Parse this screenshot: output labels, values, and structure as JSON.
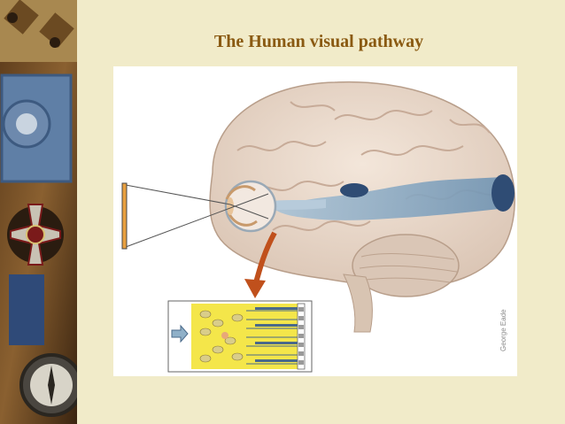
{
  "slide": {
    "title": "The Human visual pathway"
  },
  "figure": {
    "credit": "George Eade",
    "parts": [
      "eye",
      "optic-nerve",
      "visual-pathway",
      "visual-cortex",
      "brain",
      "cerebellum",
      "retina-inset",
      "arrow"
    ]
  },
  "colors": {
    "background": "#f1ebc9",
    "title": "#8a5a12",
    "brain": "#ead9cb",
    "pathway": "#8fb0c8",
    "retina": "#f4e64a",
    "arrow": "#c0501c"
  }
}
